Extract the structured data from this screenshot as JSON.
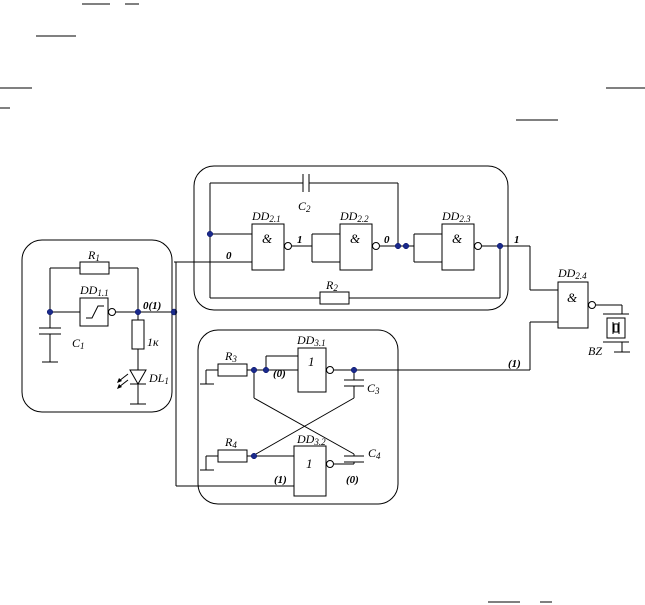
{
  "labels": {
    "r1": "R",
    "r1_sub": "1",
    "dd11": "DD",
    "dd11_sub": "1.1",
    "c1": "C",
    "c1_sub": "1",
    "ik": "1к",
    "dl1": "DL",
    "dl1_sub": "1",
    "c2": "C",
    "c2_sub": "2",
    "r2": "R",
    "r2_sub": "2",
    "dd21": "DD",
    "dd21_sub": "2.1",
    "dd22": "DD",
    "dd22_sub": "2.2",
    "dd23": "DD",
    "dd23_sub": "2.3",
    "dd24": "DD",
    "dd24_sub": "2.4",
    "bz": "BZ",
    "r3": "R",
    "r3_sub": "3",
    "r4": "R",
    "r4_sub": "4",
    "dd31": "DD",
    "dd31_sub": "3.1",
    "dd32": "DD",
    "dd32_sub": "3.2",
    "c3": "C",
    "c3_sub": "3",
    "c4": "C",
    "c4_sub": "4"
  },
  "gate_symbols": {
    "and": "&",
    "one": "1"
  },
  "levels": {
    "out11": "0(1)",
    "in21": "0",
    "out21": "1",
    "out22": "0",
    "out23": "1",
    "out31": "(1)",
    "in31": "(0)",
    "in32": "(1)",
    "out32": "(0)"
  },
  "icons": {
    "schmitt": "schmitt-trigger-icon",
    "led": "led-icon",
    "buzzer": "piezo-buzzer-icon",
    "ground": "ground-icon"
  }
}
